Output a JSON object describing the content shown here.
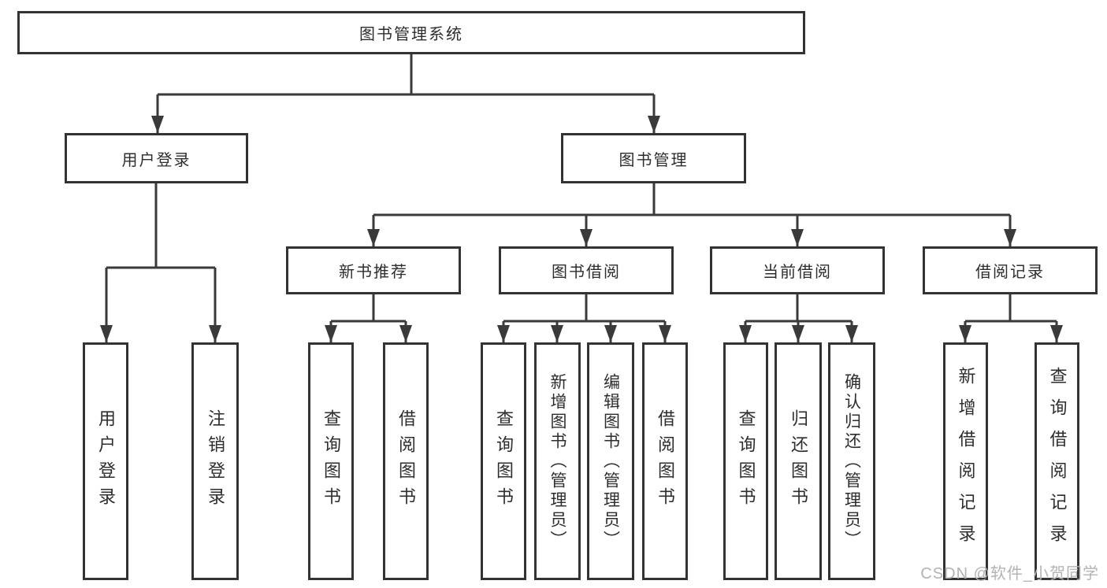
{
  "diagram_title": "图书管理系统",
  "colors": {
    "line": "#3a3a3a",
    "box_border": "#333333",
    "text": "#2d2d2d",
    "watermark": "#b3b3b3",
    "background": "#ffffff"
  },
  "nodes": {
    "root": "图书管理系统",
    "user_login": "用户登录",
    "book_mgmt": "图书管理",
    "leaf_user_login": "用户登录",
    "leaf_logout": "注销登录",
    "new_book": "新书推荐",
    "book_borrow": "图书借阅",
    "current_borrow": "当前借阅",
    "borrow_record": "借阅记录",
    "nb_query": "查询图书",
    "nb_borrow": "借阅图书",
    "bb_query": "查询图书",
    "bb_add": "新增图书（管理员）",
    "bb_edit": "编辑图书（管理员）",
    "bb_borrow": "借阅图书",
    "cb_query": "查询图书",
    "cb_return": "归还图书",
    "cb_confirm": "确认归还（管理员）",
    "br_add": "新增借阅记录",
    "br_query": "查询借阅记录"
  },
  "watermark": "CSDN @软件_小贺同学"
}
